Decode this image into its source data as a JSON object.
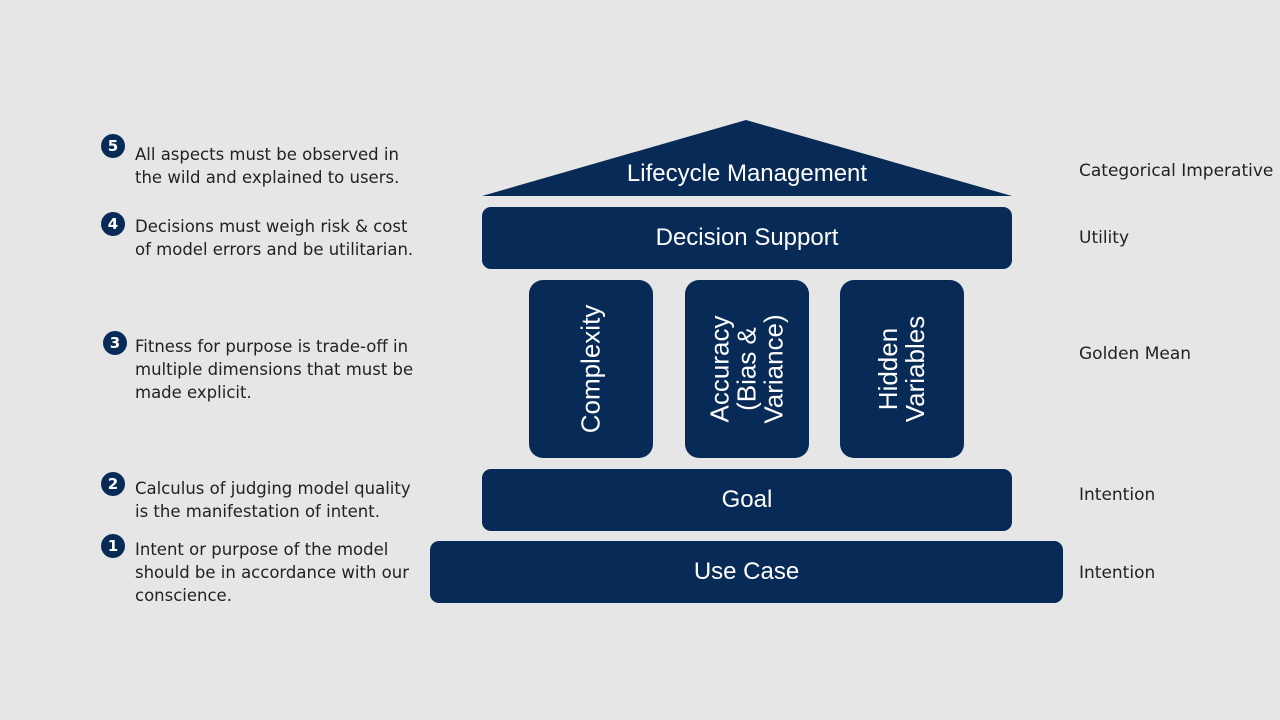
{
  "temple": {
    "roof": "Lifecycle Management",
    "decision_support": "Decision Support",
    "pillars": [
      "Complexity",
      "Accuracy\n(Bias &\nVariance)",
      "Hidden\nVariables"
    ],
    "goal": "Goal",
    "use_case": "Use Case"
  },
  "notes": [
    {
      "number": "5",
      "text": "All aspects must be observed in the wild and explained to users."
    },
    {
      "number": "4",
      "text": "Decisions must weigh risk & cost of model errors and be utilitarian."
    },
    {
      "number": "3",
      "text": "Fitness for purpose is trade-off in multiple dimensions that must be made explicit."
    },
    {
      "number": "2",
      "text": "Calculus of judging model quality is the manifestation of intent."
    },
    {
      "number": "1",
      "text": "Intent or purpose of the model should be in accordance with our conscience."
    }
  ],
  "principles": [
    "Categorical Imperative",
    "Utility",
    "Golden Mean",
    "Intention",
    "Intention"
  ],
  "colors": {
    "navy": "#082a56",
    "background": "#e6e6e6"
  }
}
